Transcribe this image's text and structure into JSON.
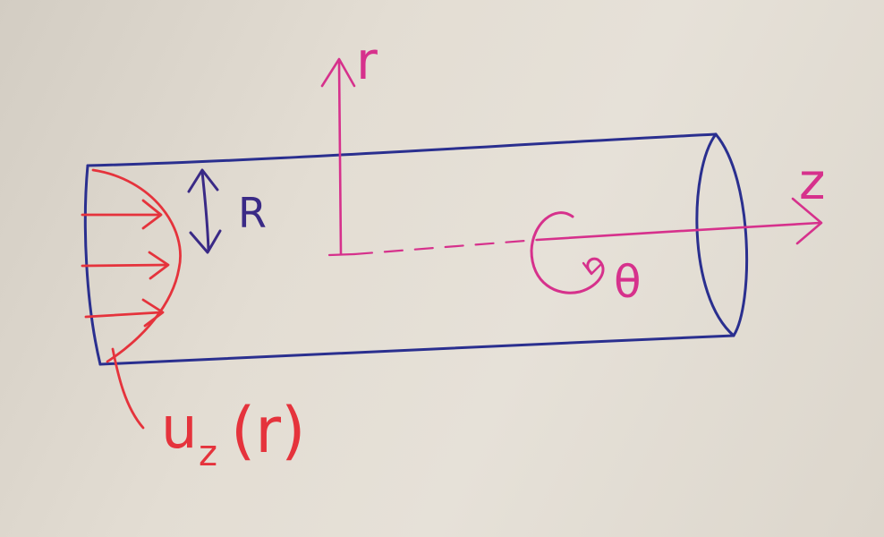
{
  "labels": {
    "radial": "r",
    "axial": "z",
    "azimuthal": "θ",
    "radius": "R",
    "velocity_main": "u",
    "velocity_sub": "z",
    "velocity_arg": "(r)"
  },
  "colors": {
    "paper": "#e3ddd3",
    "pipe_outline": "#2a2f8f",
    "radius_marker": "#3a2a86",
    "axes": "#d6318c",
    "velocity_profile": "#e5333c"
  }
}
